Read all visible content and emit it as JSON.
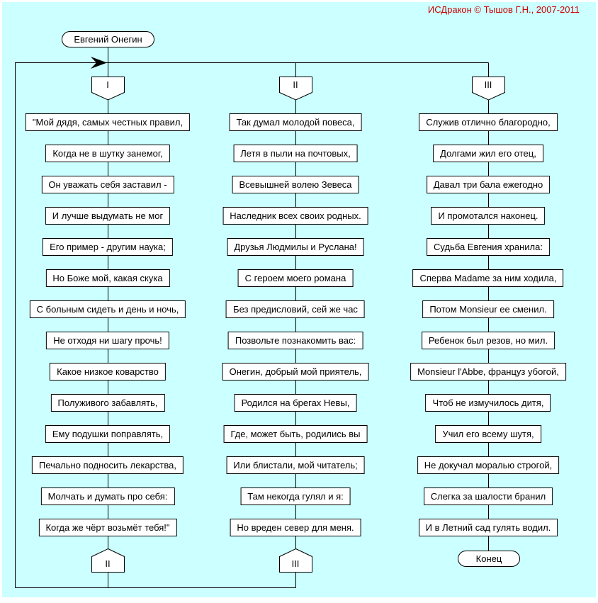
{
  "watermark": "ИСДракон © Тышов Г.Н., 2007-2011",
  "diagram": {
    "title": "Евгений Онегин",
    "end_label": "Конец"
  },
  "colors": {
    "background": "#ccffff",
    "shape_fill": "#ffffff",
    "line": "#000000",
    "watermark_text": "#cc0000"
  },
  "columns": [
    {
      "header": "I",
      "footer": "II",
      "lines": [
        "\"Мой дядя, самых честных правил,",
        "Когда не в шутку занемог,",
        "Он уважать себя заставил -",
        "И лучше выдумать не мог",
        "Его пример - другим наука;",
        "Но Боже мой, какая скука",
        "С больным сидеть и день и ночь,",
        "Не отходя ни шагу прочь!",
        "Какое низкое коварство",
        "Полуживого забавлять,",
        "Ему подушки поправлять,",
        "Печально подносить лекарства,",
        "Молчать и думать про себя:",
        "Когда же чёрт возьмёт тебя!\""
      ]
    },
    {
      "header": "II",
      "footer": "III",
      "lines": [
        "Так думал молодой повеса,",
        "Летя в пыли на почтовых,",
        "Всевышней волею Зевеса",
        "Наследник всех своих родных.",
        "Друзья Людмилы и Руслана!",
        "С героем моего романа",
        "Без предисловий, сей же час",
        "Позвольте познакомить вас:",
        "Онегин, добрый мой приятель,",
        "Родился на брегах Невы,",
        "Где, может быть, родились вы",
        "Или блистали, мой читатель;",
        "Там некогда гулял и я:",
        "Но вреден север для меня."
      ]
    },
    {
      "header": "III",
      "footer": null,
      "lines": [
        "Служив отлично благородно,",
        "Долгами жил его отец,",
        "Давал три бала ежегодно",
        "И промотался наконец.",
        "Судьба Евгения хранила:",
        "Сперва Madame за ним ходила,",
        "Потом Monsieur ее сменил.",
        "Ребенок был резов, но мил.",
        "Monsieur l'Abbe, француз убогой,",
        "Чтоб не измучилось дитя,",
        "Учил его всему шутя,",
        "Не докучал моралью строгой,",
        "Слегка за шалости бранил",
        "И в Летний сад гулять водил."
      ]
    }
  ]
}
